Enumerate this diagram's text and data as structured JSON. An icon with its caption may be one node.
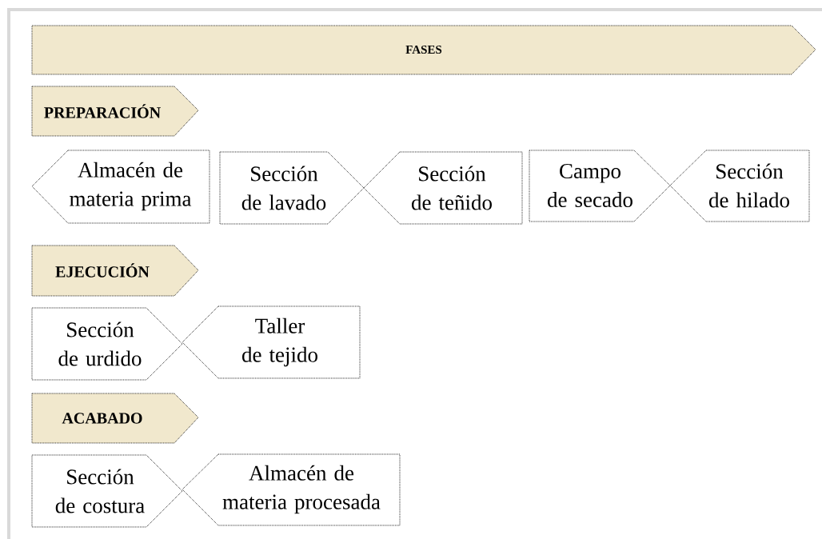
{
  "diagram": {
    "nodes": [
      {
        "text": [
          "FASES"
        ]
      },
      {
        "text": [
          "PREPARACIÓN"
        ]
      },
      {
        "text": [
          "Almacén de materia prima"
        ]
      },
      {
        "text": [
          "Sección de lavado"
        ]
      },
      {
        "text": [
          "Sección de teñido"
        ]
      },
      {
        "text": [
          "Campo de secado"
        ]
      },
      {
        "text": [
          "Sección de hilado"
        ]
      },
      {
        "text": [
          "EJECUCIÓN"
        ]
      },
      {
        "text": [
          "Sección de urdido"
        ]
      },
      {
        "text": [
          "Taller de tejido"
        ]
      },
      {
        "text": [
          "ACABADO"
        ]
      },
      {
        "text": [
          "Sección de costura"
        ]
      },
      {
        "text": [
          "Almacén de materia procesada"
        ]
      }
    ]
  }
}
